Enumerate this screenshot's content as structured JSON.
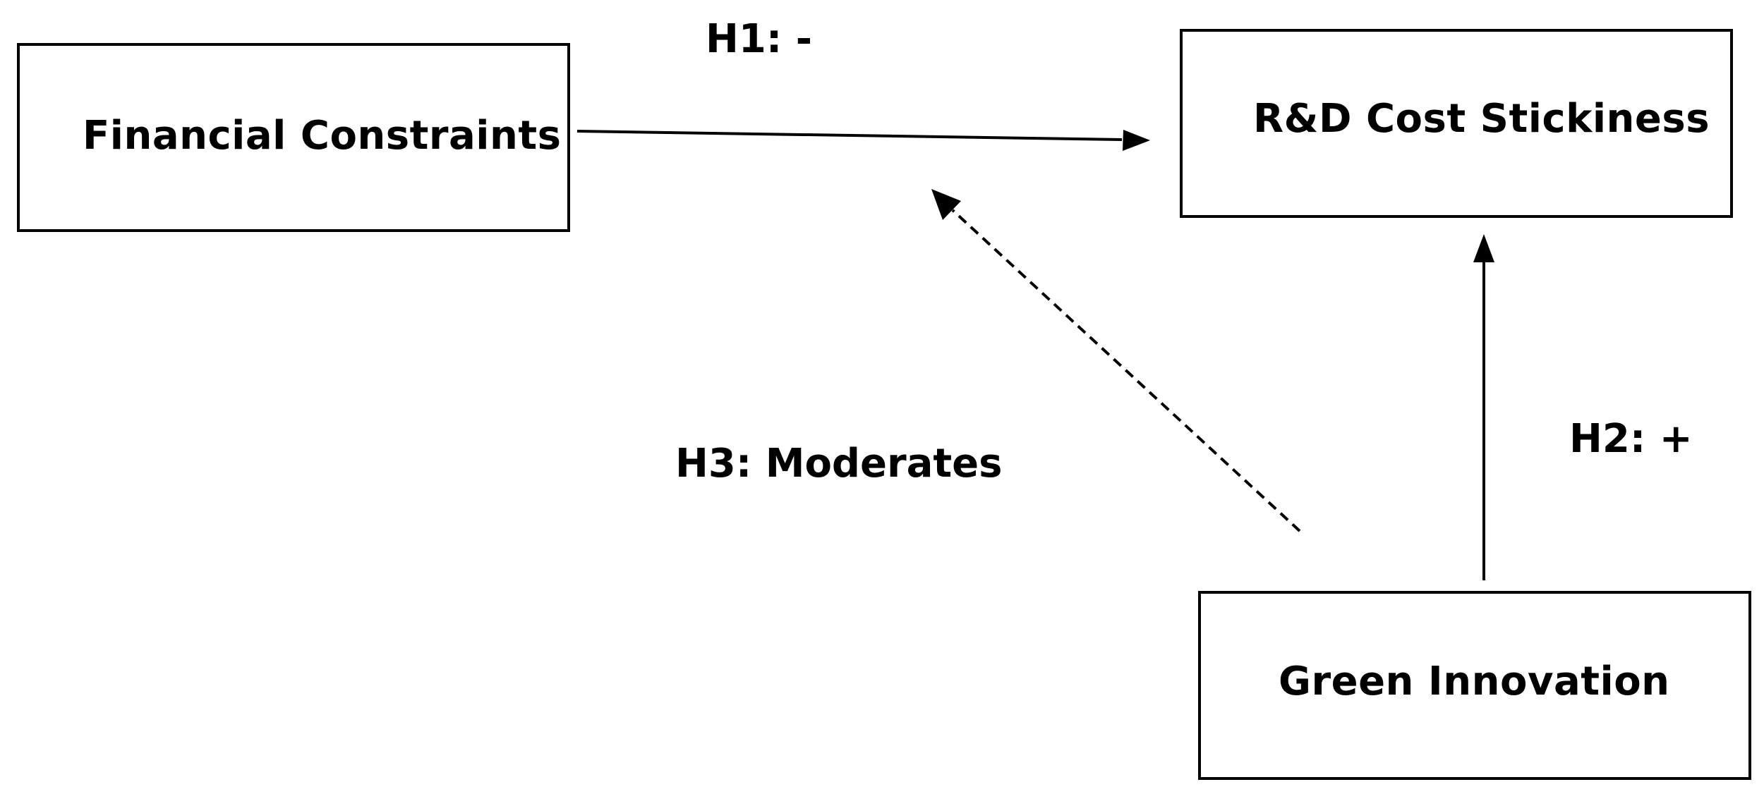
{
  "nodes": {
    "financial_constraints": "Financial Constraints",
    "rd_cost_stickiness": "R&D Cost Stickiness",
    "green_innovation": "Green Innovation"
  },
  "hypotheses": {
    "h1": "H1: -",
    "h2": "H2: +",
    "h3": "H3: Moderates"
  },
  "edges": [
    {
      "from": "financial_constraints",
      "to": "rd_cost_stickiness",
      "label": "h1",
      "style": "solid"
    },
    {
      "from": "green_innovation",
      "to": "rd_cost_stickiness",
      "label": "h2",
      "style": "solid"
    },
    {
      "from": "green_innovation",
      "to": "h1_path",
      "label": "h3",
      "style": "dashed"
    }
  ],
  "colors": {
    "stroke": "#000000",
    "background": "#ffffff",
    "text": "#000000"
  }
}
